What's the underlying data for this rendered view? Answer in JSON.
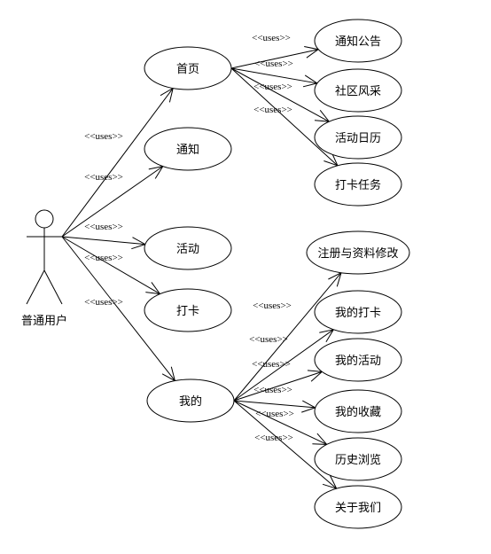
{
  "diagram": {
    "actor": {
      "label": "普通用户"
    },
    "stereotype": "<<uses>>",
    "line_color": "#000000",
    "background": "#ffffff",
    "main_use_cases": [
      {
        "id": "home",
        "label": "首页"
      },
      {
        "id": "notice",
        "label": "通知"
      },
      {
        "id": "activity",
        "label": "活动"
      },
      {
        "id": "checkin",
        "label": "打卡"
      },
      {
        "id": "mine",
        "label": "我的"
      }
    ],
    "home_children": [
      {
        "id": "announcement",
        "label": "通知公告"
      },
      {
        "id": "community",
        "label": "社区风采"
      },
      {
        "id": "calendar",
        "label": "活动日历"
      },
      {
        "id": "checkin-task",
        "label": "打卡任务"
      }
    ],
    "mine_children": [
      {
        "id": "register",
        "label": "注册与资料修改"
      },
      {
        "id": "my-checkin",
        "label": "我的打卡"
      },
      {
        "id": "my-activity",
        "label": "我的活动"
      },
      {
        "id": "my-favorites",
        "label": "我的收藏"
      },
      {
        "id": "history",
        "label": "历史浏览"
      },
      {
        "id": "about",
        "label": "关于我们"
      }
    ]
  }
}
